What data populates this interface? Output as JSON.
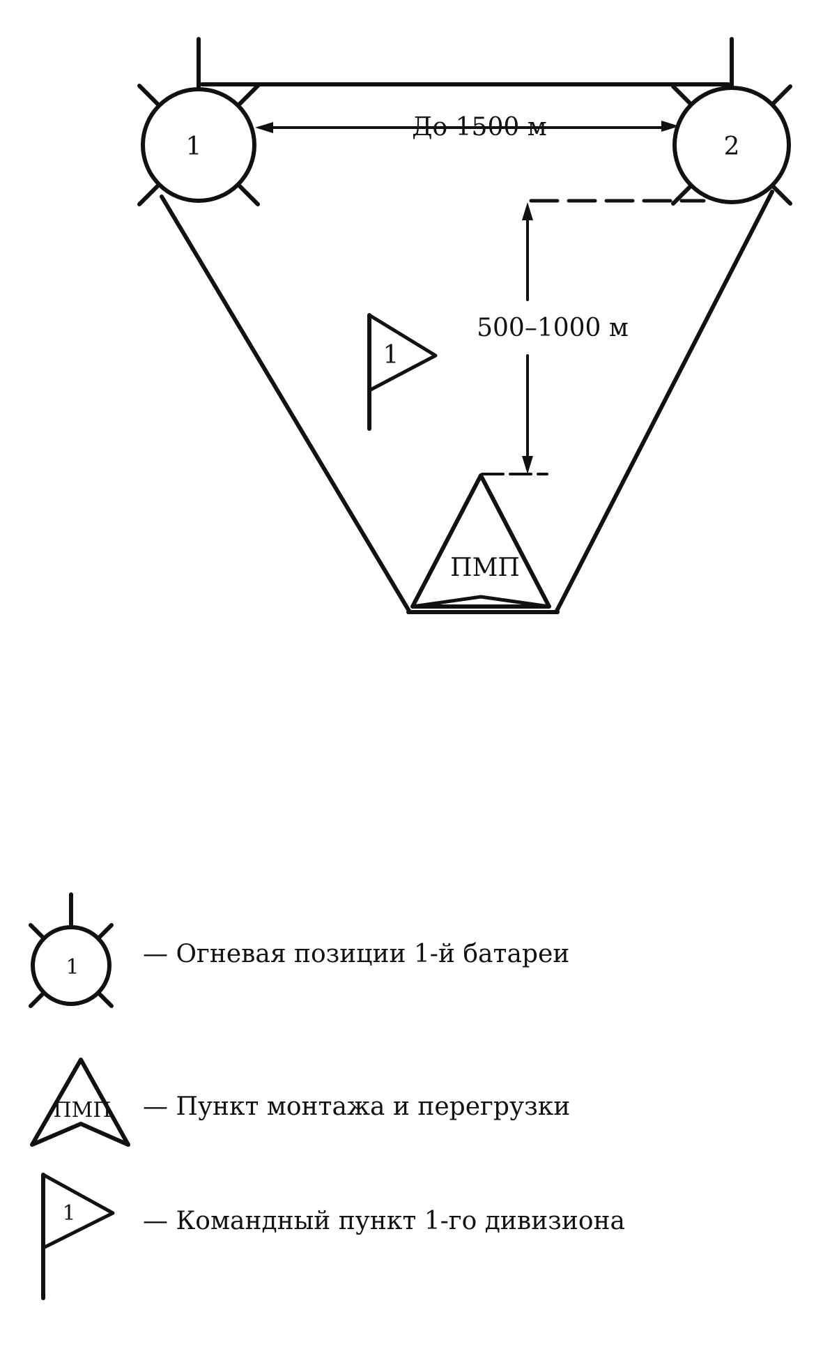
{
  "diagram": {
    "battery_positions": [
      {
        "number": "1"
      },
      {
        "number": "2"
      }
    ],
    "command_post": {
      "number": "1"
    },
    "assembly_point": {
      "abbr": "ПМП"
    },
    "distances": {
      "between_positions": "До 1500 м",
      "to_assembly_point": "500–1000 м"
    }
  },
  "legend": {
    "items": [
      {
        "symbol_text": "1",
        "description": "— Огневая позиции 1-й батареи"
      },
      {
        "symbol_text": "ПМП",
        "description": "— Пункт монтажа и перегрузки"
      },
      {
        "symbol_text": "1",
        "description": "— Командный пункт 1-го дивизиона"
      }
    ]
  },
  "colors": {
    "ink": "#111111",
    "background": "#ffffff"
  }
}
